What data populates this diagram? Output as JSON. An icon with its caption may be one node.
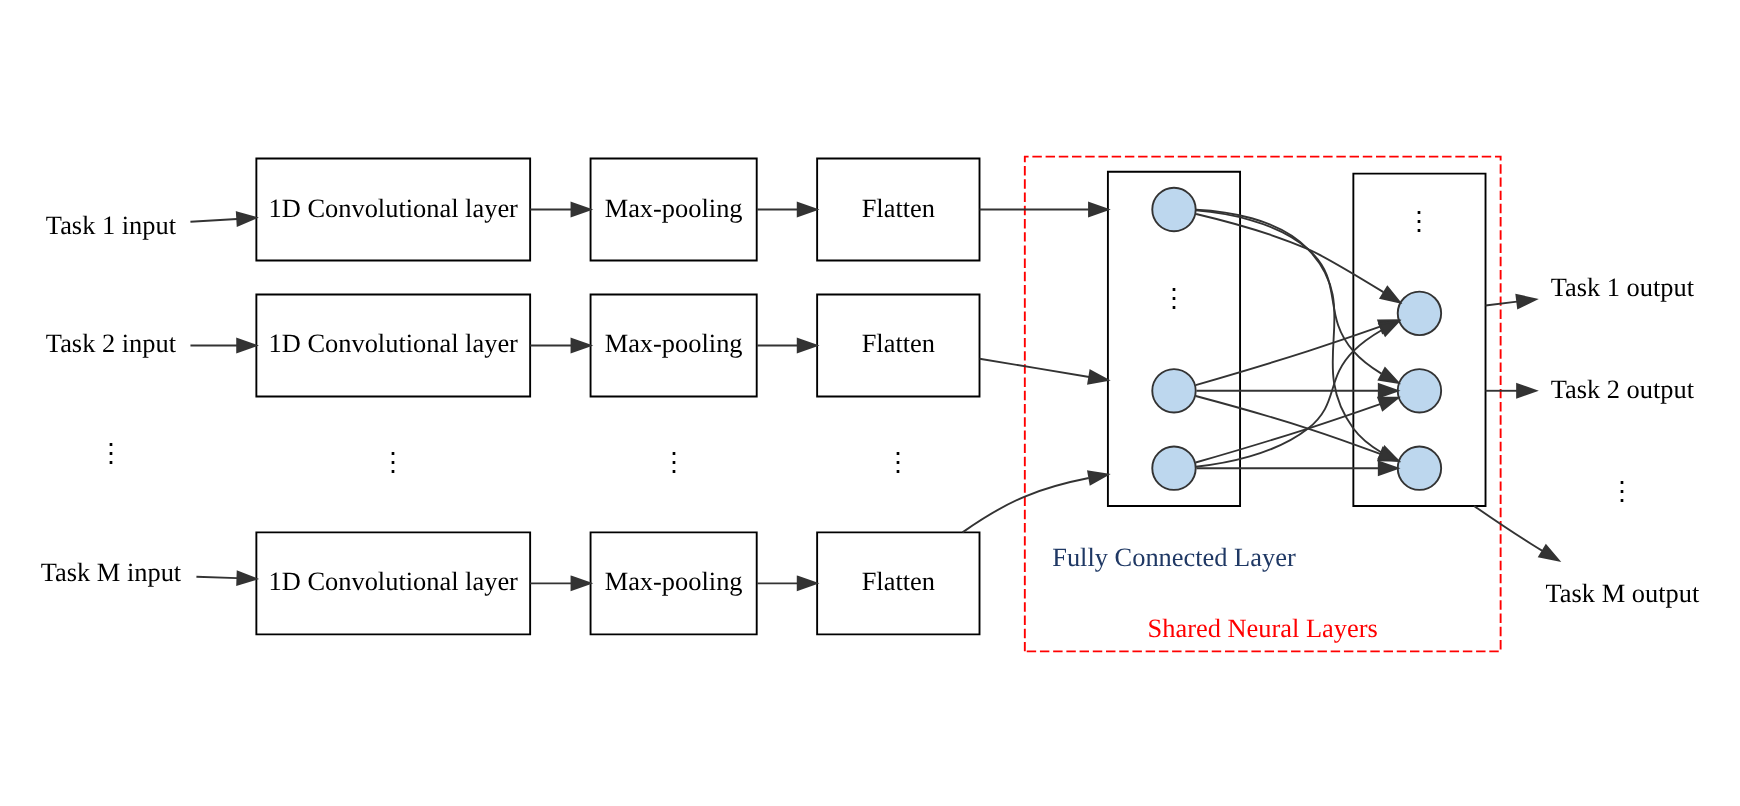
{
  "diagram": {
    "nodes": [
      {
        "text": [
          "Task 1 input"
        ]
      },
      {
        "text": [
          "1D Convolutional layer"
        ]
      },
      {
        "text": [
          "Max-pooling"
        ]
      },
      {
        "text": [
          "Flatten"
        ]
      },
      {
        "text": [
          "Task 2 input"
        ]
      },
      {
        "text": [
          "1D Convolutional layer"
        ]
      },
      {
        "text": [
          "Max-pooling"
        ]
      },
      {
        "text": [
          "Flatten"
        ]
      },
      {
        "text": [
          "Task M input"
        ]
      },
      {
        "text": [
          "1D Convolutional layer"
        ]
      },
      {
        "text": [
          "Max-pooling"
        ]
      },
      {
        "text": [
          "Flatten"
        ]
      },
      {
        "text": [
          "Shared Neural Layers"
        ]
      },
      {
        "text": [],
        "shape": "box",
        "in": 12
      },
      {
        "text": [],
        "shape": "box",
        "in": 12
      },
      {
        "text": [],
        "shape": "circle",
        "in": 13
      },
      {
        "text": [],
        "shape": "circle",
        "in": 13
      },
      {
        "text": [],
        "shape": "circle",
        "in": 13
      },
      {
        "text": [],
        "shape": "circle",
        "in": 14
      },
      {
        "text": [],
        "shape": "circle",
        "in": 14
      },
      {
        "text": [],
        "shape": "circle",
        "in": 14
      },
      {
        "text": [
          "Task 1 output"
        ]
      },
      {
        "text": [
          "Task 2 output"
        ]
      },
      {
        "text": [
          "Task M output"
        ]
      }
    ],
    "edges": [
      {
        "from": 0,
        "to": 1,
        "arrow": "to"
      },
      {
        "from": 1,
        "to": 2,
        "arrow": "to"
      },
      {
        "from": 2,
        "to": 3,
        "arrow": "to"
      },
      {
        "from": 3,
        "to": 13,
        "arrow": "to"
      },
      {
        "from": 4,
        "to": 5,
        "arrow": "to"
      },
      {
        "from": 5,
        "to": 6,
        "arrow": "to"
      },
      {
        "from": 6,
        "to": 7,
        "arrow": "to"
      },
      {
        "from": 7,
        "to": 13,
        "arrow": "to"
      },
      {
        "from": 8,
        "to": 9,
        "arrow": "to"
      },
      {
        "from": 9,
        "to": 10,
        "arrow": "to"
      },
      {
        "from": 10,
        "to": 11,
        "arrow": "to"
      },
      {
        "from": 11,
        "to": 13,
        "arrow": "to"
      },
      {
        "from": 15,
        "to": 18,
        "arrow": "to"
      },
      {
        "from": 15,
        "to": 19,
        "arrow": "to"
      },
      {
        "from": 15,
        "to": 20,
        "arrow": "to"
      },
      {
        "from": 16,
        "to": 18,
        "arrow": "to"
      },
      {
        "from": 16,
        "to": 19,
        "arrow": "to"
      },
      {
        "from": 16,
        "to": 20,
        "arrow": "to"
      },
      {
        "from": 17,
        "to": 18,
        "arrow": "to"
      },
      {
        "from": 17,
        "to": 19,
        "arrow": "to"
      },
      {
        "from": 17,
        "to": 20,
        "arrow": "to"
      },
      {
        "from": 14,
        "to": 21,
        "arrow": "to"
      },
      {
        "from": 14,
        "to": 22,
        "arrow": "to"
      },
      {
        "from": 14,
        "to": 23,
        "arrow": "to"
      }
    ],
    "labels": [
      "⋮",
      "⋮",
      "⋮",
      "⋮",
      "⋮",
      "⋮",
      "⋮",
      "Fully Connected Layer"
    ]
  }
}
